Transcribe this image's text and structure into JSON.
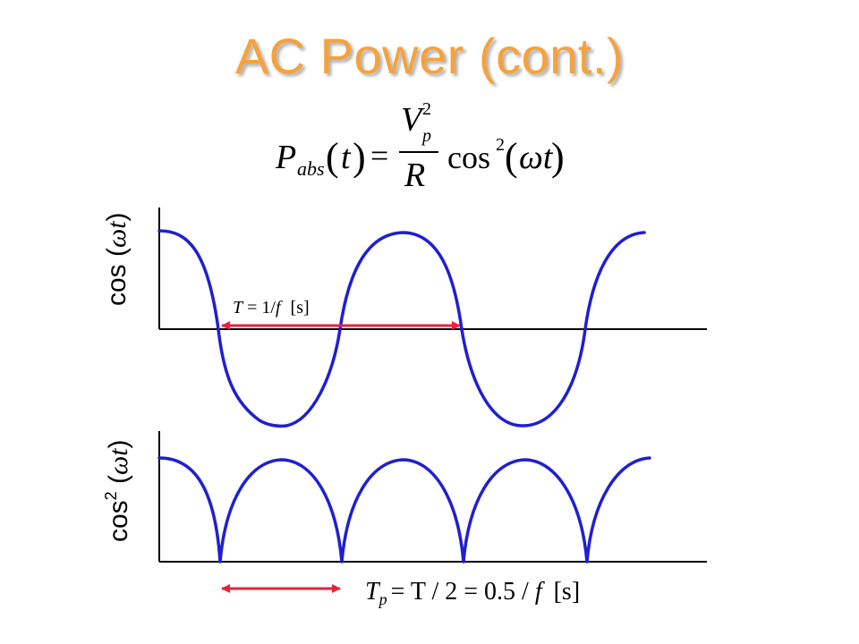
{
  "slide": {
    "title": "AC Power (cont.)"
  },
  "formula": {
    "lhs_symbol": "P",
    "lhs_subscript": "abs",
    "lhs_argument": "t",
    "equals": "=",
    "numerator_symbol": "V",
    "numerator_subscript": "p",
    "numerator_power": "2",
    "denominator": "R",
    "function": "cos",
    "function_power": "2",
    "function_argument": "ωt"
  },
  "top_plot": {
    "ylabel_func": "cos",
    "ylabel_arg": "ωt",
    "period_label_symbol": "T",
    "period_label_value": "= 1/",
    "period_label_var": "f",
    "period_label_unit": "[s]"
  },
  "bottom_plot": {
    "ylabel_func": "cos",
    "ylabel_power": "2",
    "ylabel_arg": "ωt",
    "period_label_symbol": "T",
    "period_label_subscript": "p",
    "period_label_mid": "= T / 2 = 0.5 /",
    "period_label_var": "f",
    "period_label_unit": "[s]"
  },
  "colors": {
    "title": "#f6a23c",
    "wave": "#1f1fd0",
    "arrow": "#e8213b",
    "axis": "#000000"
  }
}
